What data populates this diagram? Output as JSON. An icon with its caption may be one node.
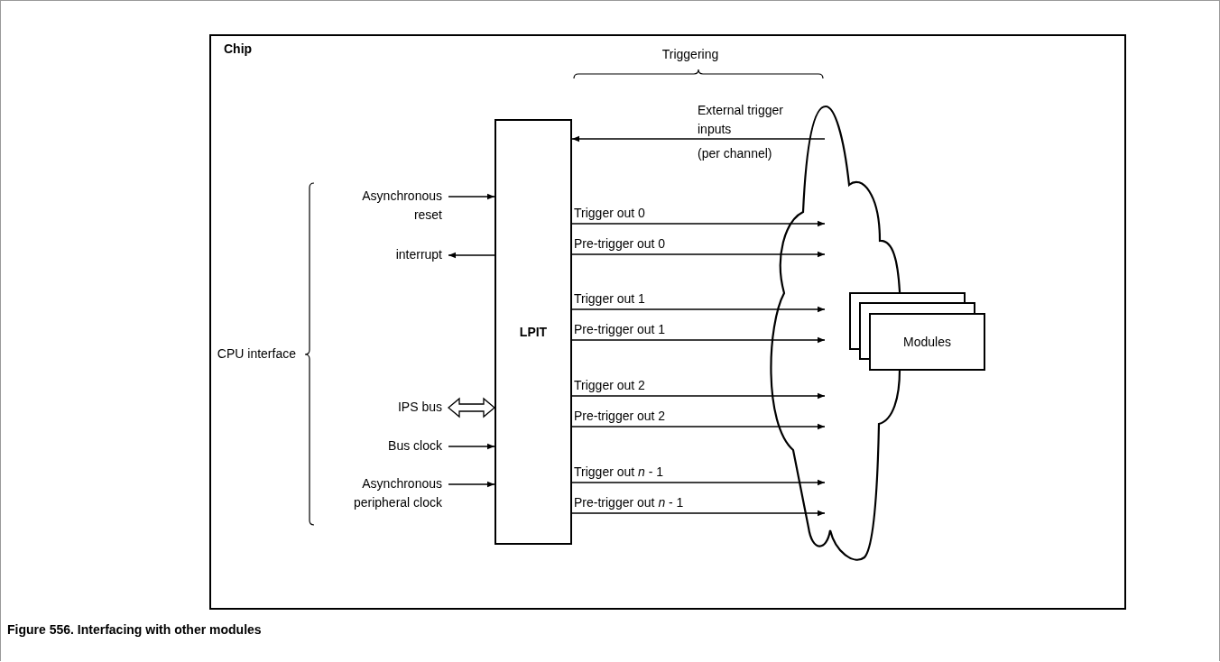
{
  "diagram": {
    "caption": "Figure 556. Interfacing with other modules",
    "nodes": [
      {
        "text": [
          "Chip"
        ]
      },
      {
        "text": [
          "LPIT"
        ],
        "in": 0
      },
      {
        "text": [],
        "shape": "cloud",
        "in": 0
      },
      {
        "text": [
          "Modules"
        ],
        "in": 0
      },
      {
        "text": [
          "Asynchronous reset"
        ],
        "in": 0
      },
      {
        "text": [
          "interrupt"
        ],
        "in": 0
      },
      {
        "text": [
          "IPS bus"
        ],
        "in": 0
      },
      {
        "text": [
          "Bus clock"
        ],
        "in": 0
      },
      {
        "text": [
          "Asynchronous peripheral clock"
        ],
        "in": 0
      }
    ],
    "edges": [
      {
        "from": 2,
        "to": 1,
        "arrow": "to",
        "label": "External trigger inputs"
      },
      {
        "from": 1,
        "to": 2,
        "arrow": "to",
        "label": "Trigger out 0"
      },
      {
        "from": 1,
        "to": 2,
        "arrow": "to",
        "label": "Pre-trigger out 0"
      },
      {
        "from": 1,
        "to": 2,
        "arrow": "to",
        "label": "Trigger out 1"
      },
      {
        "from": 1,
        "to": 2,
        "arrow": "to",
        "label": "Pre-trigger out 1"
      },
      {
        "from": 1,
        "to": 2,
        "arrow": "to",
        "label": "Trigger out 2"
      },
      {
        "from": 1,
        "to": 2,
        "arrow": "to",
        "label": "Pre-trigger out 2"
      },
      {
        "from": 1,
        "to": 2,
        "arrow": "to",
        "label": "Trigger out *n* - 1"
      },
      {
        "from": 1,
        "to": 2,
        "arrow": "to",
        "label": "Pre-trigger out *n* - 1"
      },
      {
        "from": 4,
        "to": 1,
        "arrow": "to"
      },
      {
        "from": 1,
        "to": 5,
        "arrow": "to"
      },
      {
        "from": 6,
        "to": 1,
        "arrow": "both",
        "style": "thick"
      },
      {
        "from": 7,
        "to": 1,
        "arrow": "to"
      },
      {
        "from": 8,
        "to": 1,
        "arrow": "to"
      }
    ],
    "labels": [
      "Triggering",
      "(per channel)",
      "CPU interface"
    ]
  }
}
